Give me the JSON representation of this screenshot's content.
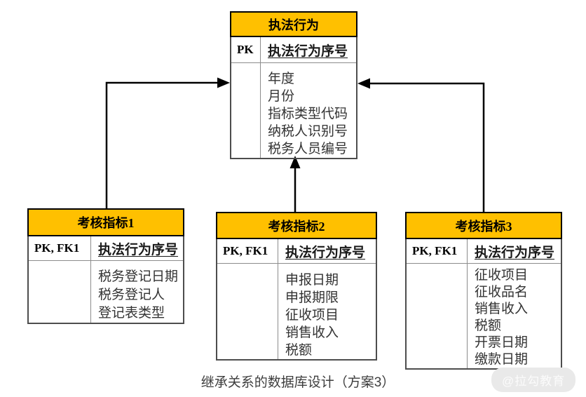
{
  "diagram": {
    "caption": "继承关系的数据库设计（方案3）",
    "watermark": "@拉勾教育",
    "colors": {
      "header_bg": "#FFC000",
      "outer_border": "#000000",
      "inner_border": "#8C8C8C",
      "connector": "#000000",
      "attr_text": "#333333"
    },
    "entities": [
      {
        "id": "parent",
        "title": "执法行为",
        "key_label": "PK",
        "key_attr": "执法行为序号",
        "attributes": [
          "年度",
          "月份",
          "指标类型代码",
          "纳税人识别号",
          "税务人员编号"
        ]
      },
      {
        "id": "child1",
        "title": "考核指标1",
        "key_label": "PK, FK1",
        "key_attr": "执法行为序号",
        "attributes": [
          "税务登记日期",
          "税务登记人",
          "登记表类型"
        ]
      },
      {
        "id": "child2",
        "title": "考核指标2",
        "key_label": "PK, FK1",
        "key_attr": "执法行为序号",
        "attributes": [
          "申报日期",
          "申报期限",
          "征收项目",
          "销售收入",
          "税额"
        ]
      },
      {
        "id": "child3",
        "title": "考核指标3",
        "key_label": "PK, FK1",
        "key_attr": "执法行为序号",
        "attributes": [
          "征收项目",
          "征收品名",
          "销售收入",
          "税额",
          "开票日期",
          "缴款日期"
        ]
      }
    ],
    "connectors": [
      {
        "from": "考核指标1",
        "to": "执法行为",
        "arrow": "into-left-edge"
      },
      {
        "from": "考核指标2",
        "to": "执法行为",
        "arrow": "into-bottom-edge"
      },
      {
        "from": "考核指标3",
        "to": "执法行为",
        "arrow": "into-right-edge"
      }
    ]
  }
}
